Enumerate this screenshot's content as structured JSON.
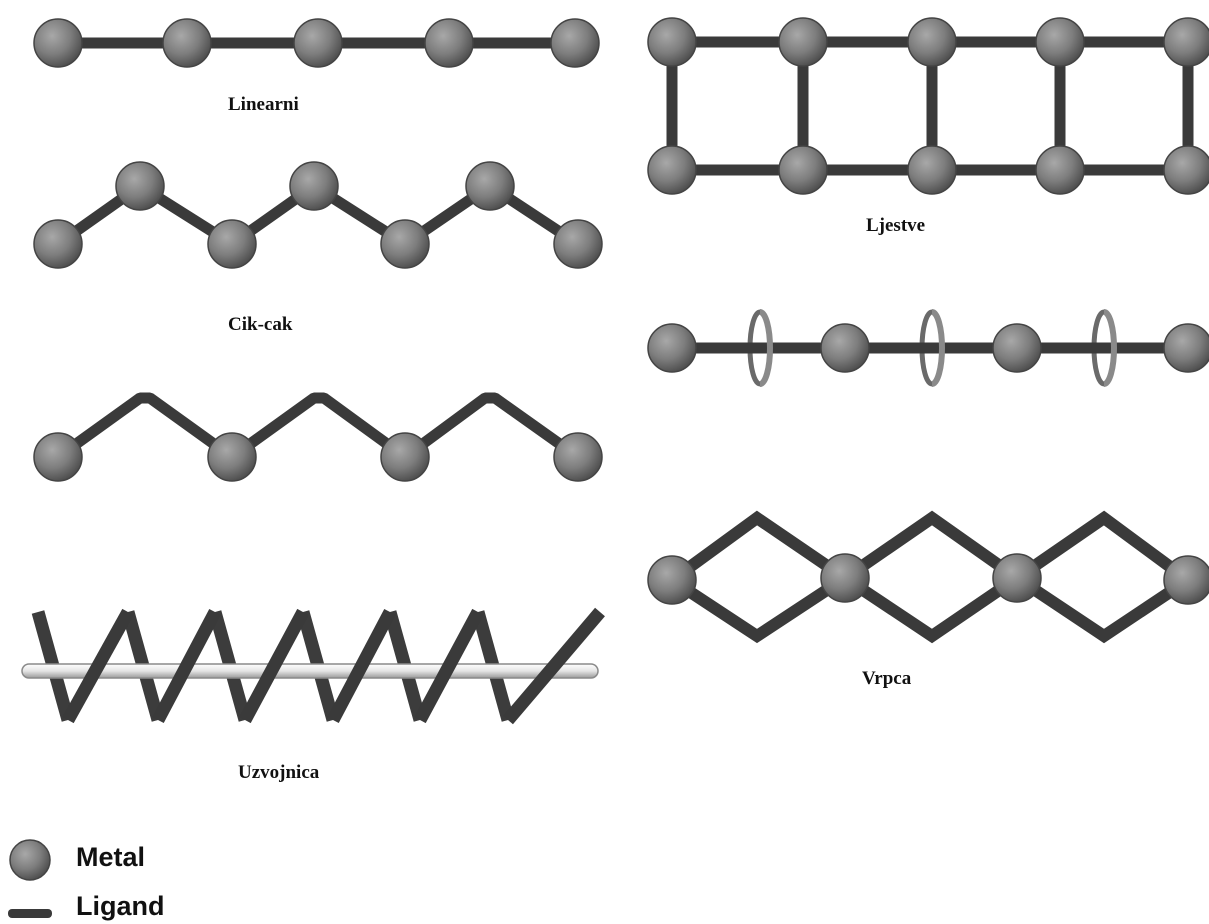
{
  "captions": {
    "linear": "Linearni",
    "zigzag": "Cik-cak",
    "helix": "Uzvojnica",
    "ladder": "Ljestve",
    "ribbon": "Vrpca"
  },
  "legend": {
    "metal": "Metal",
    "ligand": "Ligand"
  },
  "colors": {
    "metal": "#7d7d7d",
    "ligand": "#3a3a3a",
    "ring": "#8a8a8a",
    "axis_rod": "#e8e8e8"
  }
}
